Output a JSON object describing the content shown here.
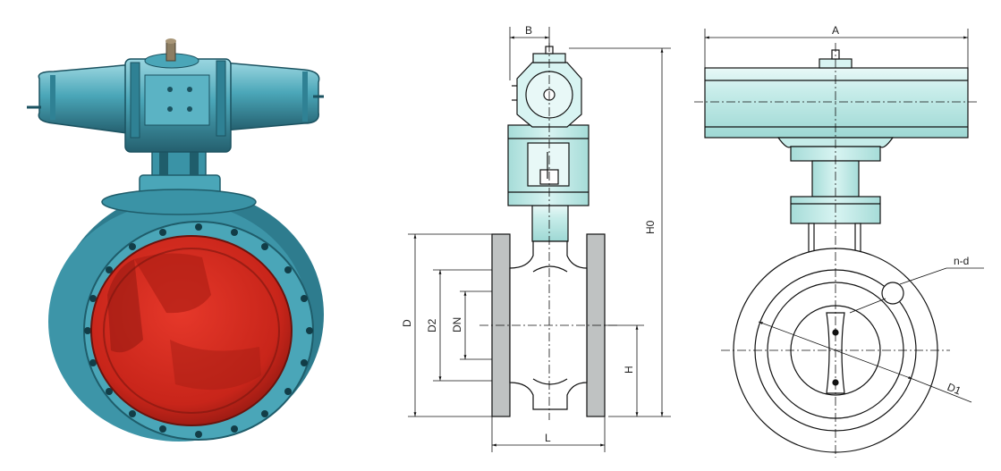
{
  "colors": {
    "valve_body": "#4aa6b8",
    "valve_dark": "#2c7486",
    "valve_light": "#8fd0dc",
    "disc_red": "#d42a1e",
    "disc_dark": "#8f1a12",
    "drawing_fill": "#c6ece9",
    "drawing_line": "#111111",
    "flange_gray": "#bfc2c2"
  },
  "side_view": {
    "label_B": "B",
    "label_H0": "H0",
    "label_D": "D",
    "label_D2": "D2",
    "label_DN": "DN",
    "label_H": "H",
    "label_L": "L"
  },
  "front_view": {
    "label_A": "A",
    "label_nd": "n-d",
    "label_D1": "D1"
  }
}
